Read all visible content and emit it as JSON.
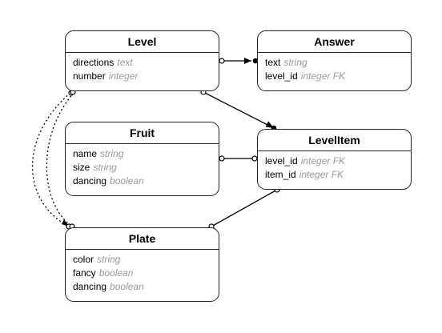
{
  "entities": {
    "level": {
      "name": "Level",
      "attributes": [
        {
          "name": "directions",
          "type": "text"
        },
        {
          "name": "number",
          "type": "integer"
        }
      ]
    },
    "answer": {
      "name": "Answer",
      "attributes": [
        {
          "name": "text",
          "type": "string"
        },
        {
          "name": "level_id",
          "type": "integer FK"
        }
      ]
    },
    "fruit": {
      "name": "Fruit",
      "attributes": [
        {
          "name": "name",
          "type": "string"
        },
        {
          "name": "size",
          "type": "string"
        },
        {
          "name": "dancing",
          "type": "boolean"
        }
      ]
    },
    "levelitem": {
      "name": "LevelItem",
      "attributes": [
        {
          "name": "level_id",
          "type": "integer FK"
        },
        {
          "name": "item_id",
          "type": "integer FK"
        }
      ]
    },
    "plate": {
      "name": "Plate",
      "attributes": [
        {
          "name": "color",
          "type": "string"
        },
        {
          "name": "fancy",
          "type": "boolean"
        },
        {
          "name": "dancing",
          "type": "boolean"
        }
      ]
    }
  },
  "relationships": [
    {
      "from": "Level",
      "to": "Answer",
      "style": "solid"
    },
    {
      "from": "Level",
      "to": "LevelItem",
      "style": "solid"
    },
    {
      "from": "Fruit",
      "to": "LevelItem",
      "style": "solid"
    },
    {
      "from": "Plate",
      "to": "LevelItem",
      "style": "solid"
    },
    {
      "from": "Level",
      "to": "Plate",
      "style": "dotted"
    },
    {
      "from": "Level",
      "to": "Plate",
      "style": "dotted"
    }
  ],
  "colors": {
    "border": "#222222",
    "attribute_type": "#9a9a9a",
    "background": "#ffffff"
  }
}
